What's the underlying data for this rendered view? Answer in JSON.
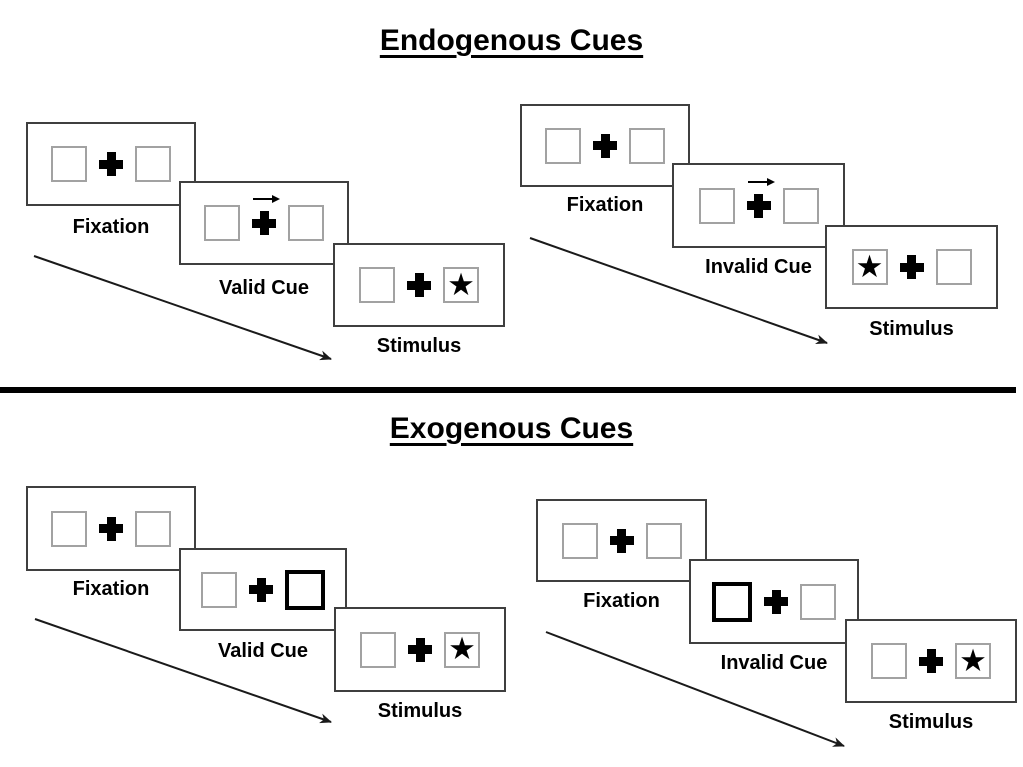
{
  "sections": [
    {
      "title": "Endogenous Cues",
      "groups": [
        {
          "name": "valid-cue-sequence",
          "panels": [
            {
              "label": "Fixation",
              "type": "fixation"
            },
            {
              "label": "Valid Cue",
              "type": "central-arrow-cue",
              "cue": "right-arrow"
            },
            {
              "label": "Stimulus",
              "type": "stimulus",
              "star_side": "right"
            }
          ]
        },
        {
          "name": "invalid-cue-sequence",
          "panels": [
            {
              "label": "Fixation",
              "type": "fixation"
            },
            {
              "label": "Invalid Cue",
              "type": "central-arrow-cue",
              "cue": "right-arrow"
            },
            {
              "label": "Stimulus",
              "type": "stimulus",
              "star_side": "left"
            }
          ]
        }
      ]
    },
    {
      "title": "Exogenous Cues",
      "groups": [
        {
          "name": "valid-cue-sequence",
          "panels": [
            {
              "label": "Fixation",
              "type": "fixation"
            },
            {
              "label": "Valid Cue",
              "type": "peripheral-bold-box-cue",
              "bold_side": "right"
            },
            {
              "label": "Stimulus",
              "type": "stimulus",
              "star_side": "right"
            }
          ]
        },
        {
          "name": "invalid-cue-sequence",
          "panels": [
            {
              "label": "Fixation",
              "type": "fixation"
            },
            {
              "label": "Invalid Cue",
              "type": "peripheral-bold-box-cue",
              "bold_side": "left"
            },
            {
              "label": "Stimulus",
              "type": "stimulus",
              "star_side": "right"
            }
          ]
        }
      ]
    }
  ],
  "icons": {
    "star": "★"
  },
  "colors": {
    "background": "#ffffff",
    "panel_border": "#3f3f3f",
    "box_border": "#a2a2a2",
    "ink": "#000000"
  }
}
